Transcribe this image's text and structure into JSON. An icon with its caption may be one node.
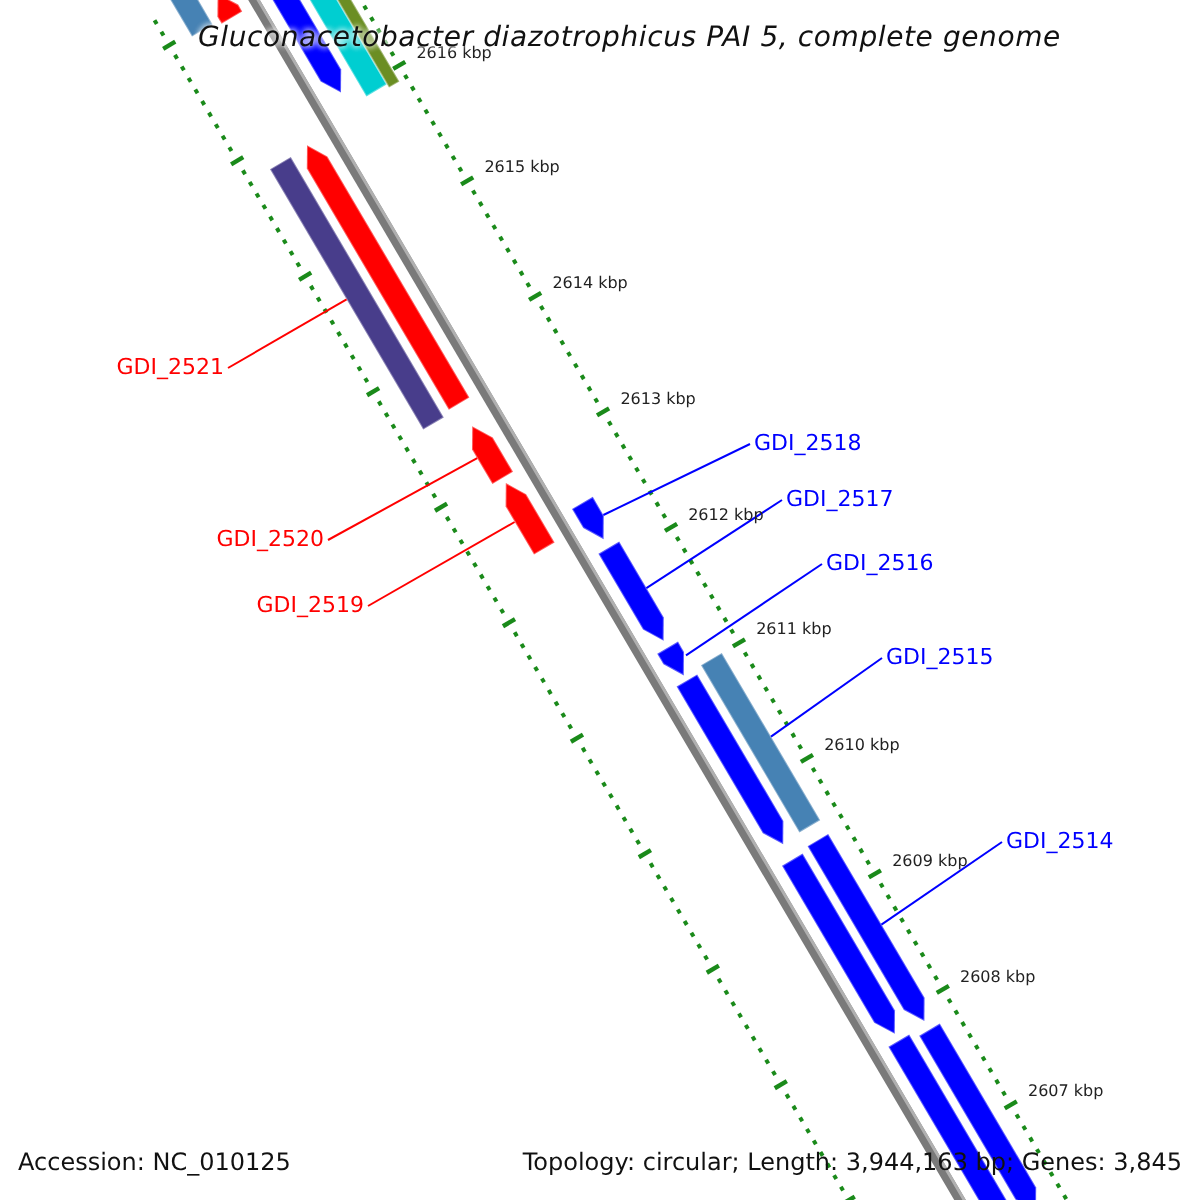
{
  "diagram": {
    "title": "Gluconacetobacter diazotrophicus PAI 5, complete genome",
    "nodes": [
      {
        "text": [
          "GDI_2521"
        ]
      },
      {
        "text": [],
        "shape": "bar"
      },
      {
        "text": [
          "GDI_2520"
        ]
      },
      {
        "text": [],
        "shape": "arrow"
      },
      {
        "text": [
          "GDI_2519"
        ]
      },
      {
        "text": [],
        "shape": "arrow"
      },
      {
        "text": [
          "GDI_2518"
        ]
      },
      {
        "text": [],
        "shape": "arrow"
      },
      {
        "text": [
          "GDI_2517"
        ]
      },
      {
        "text": [],
        "shape": "arrow"
      },
      {
        "text": [
          "GDI_2516"
        ]
      },
      {
        "text": [],
        "shape": "arrow"
      },
      {
        "text": [
          "GDI_2515"
        ]
      },
      {
        "text": [],
        "shape": "bar"
      },
      {
        "text": [
          "GDI_2514"
        ]
      },
      {
        "text": [],
        "shape": "arrow"
      },
      {
        "text": [],
        "shape": "arrow"
      },
      {
        "text": [],
        "shape": "bar"
      },
      {
        "text": [],
        "shape": "arrow"
      },
      {
        "text": [],
        "shape": "bar"
      },
      {
        "text": [],
        "shape": "bar"
      },
      {
        "text": [],
        "shape": "arrow"
      },
      {
        "text": [],
        "shape": "arrow"
      },
      {
        "text": [],
        "shape": "arrow"
      },
      {
        "text": [],
        "shape": "arrow"
      },
      {
        "text": [],
        "shape": "arrow"
      }
    ],
    "edges": [
      {
        "from": 0,
        "to": 1,
        "arrow": "none",
        "color": "#ff0000"
      },
      {
        "from": 2,
        "to": 3,
        "arrow": "none",
        "color": "#ff0000"
      },
      {
        "from": 4,
        "to": 5,
        "arrow": "none",
        "color": "#ff0000"
      },
      {
        "from": 6,
        "to": 7,
        "arrow": "none"
      },
      {
        "from": 8,
        "to": 9,
        "arrow": "none"
      },
      {
        "from": 10,
        "to": 11,
        "arrow": "none"
      },
      {
        "from": 12,
        "to": 13,
        "arrow": "none"
      },
      {
        "from": 14,
        "to": 15,
        "arrow": "none"
      }
    ],
    "labels": [
      "2616 kbp",
      "2615 kbp",
      "2614 kbp",
      "2613 kbp",
      "2612 kbp",
      "2611 kbp",
      "2610 kbp",
      "2609 kbp",
      "2608 kbp",
      "2607 kbp",
      "Accession: NC_010125",
      "Topology: circular; Length: 3,944,163 bp; Genes: 3,845"
    ]
  }
}
